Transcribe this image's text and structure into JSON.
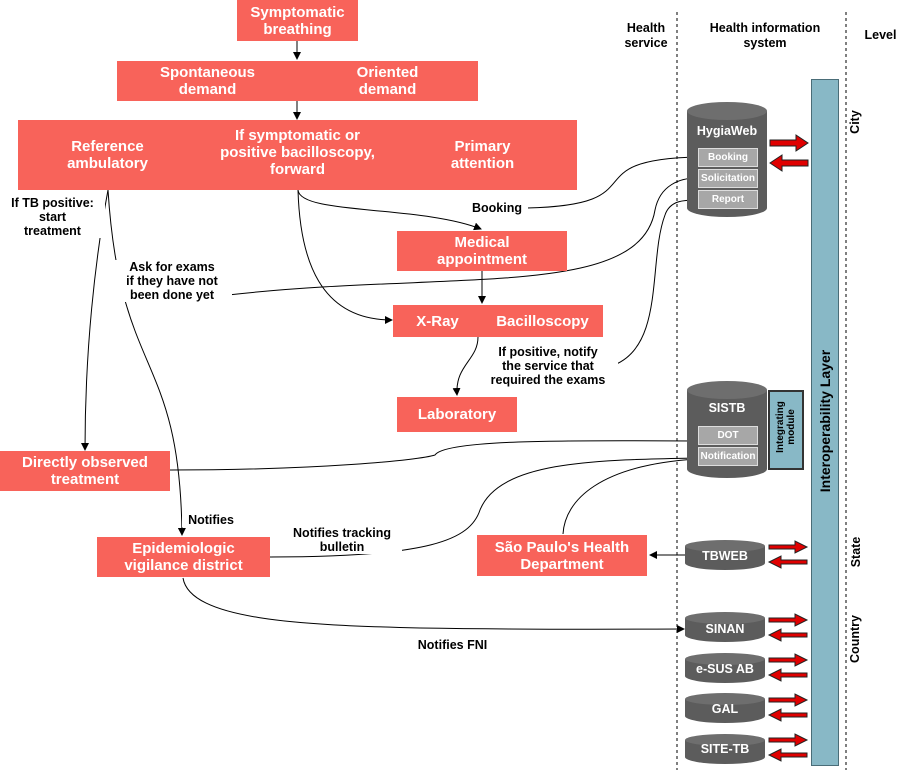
{
  "colors": {
    "process_box": "#f8635a",
    "cylinder": "#5c5c5c",
    "interop": "#88b8c6",
    "arrow": "#e00000"
  },
  "process": {
    "symptomatic": "Symptomatic\nbreathing",
    "spontaneous": "Spontaneous\ndemand",
    "oriented": "Oriented\ndemand",
    "reference": "Reference\nambulatory",
    "if_symptomatic": "If symptomatic or\npositive bacilloscopy,\nforward",
    "primary": "Primary\nattention",
    "medical": "Medical\nappointment",
    "xray": "X-Ray",
    "bacilloscopy": "Bacilloscopy",
    "laboratory": "Laboratory",
    "dot": "Directly observed\ntreatment",
    "epidemiologic": "Epidemiologic\nvigilance district",
    "sp_health": "São Paulo's Health\nDepartment"
  },
  "labels": {
    "tb_positive": "If TB positive:\nstart\ntreatment",
    "booking": "Booking",
    "ask_exams": "Ask for exams\nif they have not\nbeen done yet",
    "if_positive": "If positive, notify\nthe service that\nrequired the exams",
    "notifies": "Notifies",
    "tracking": "Notifies tracking\nbulletin",
    "fni": "Notifies FNI"
  },
  "headers": {
    "health_service": "Health\nservice",
    "his": "Health information\nsystem",
    "level": "Level"
  },
  "levels": {
    "city": "City",
    "state": "State",
    "country": "Country"
  },
  "systems": {
    "hygiaweb": {
      "name": "HygiaWeb",
      "items": [
        "Booking",
        "Solicitation",
        "Report"
      ]
    },
    "sistb": {
      "name": "SISTB",
      "items": [
        "DOT",
        "Notification"
      ],
      "module": "Integrating\nmodule"
    },
    "tbweb": "TBWEB",
    "sinan": "SINAN",
    "esus": "e-SUS AB",
    "gal": "GAL",
    "sitetb": "SITE-TB"
  },
  "interop_layer": "Interoperability Layer"
}
